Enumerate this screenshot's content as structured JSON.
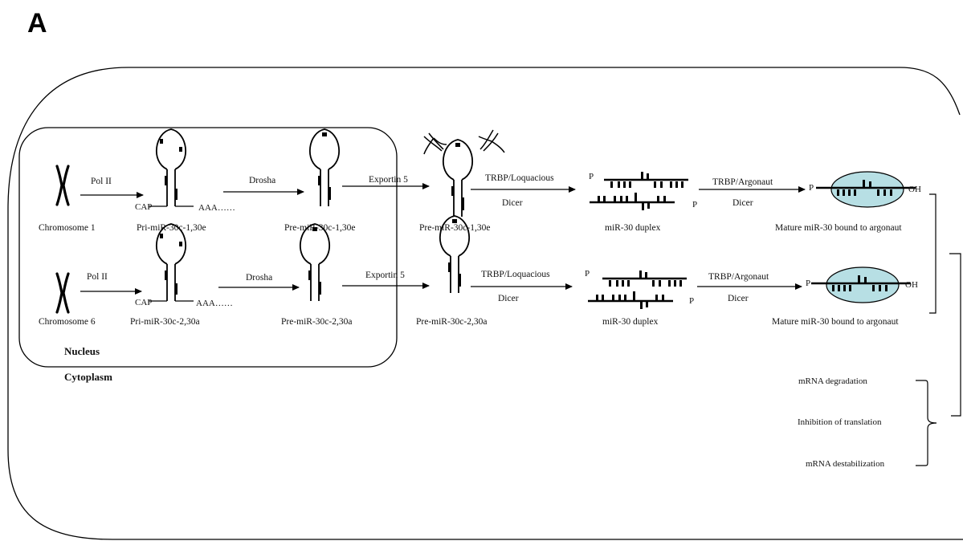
{
  "panel_letter": "A",
  "row1": {
    "chromosome": "Chromosome 1",
    "pol": "Pol  II",
    "cap": "CAP",
    "aaa": "AAA……",
    "pri": "Pri-miR-30c-1,30e",
    "drosha": "Drosha",
    "pre_nuc": "Pre-miR-30c-1,30e",
    "exportin": "Exportin  5",
    "pre_cyt": "Pre-miR-30c-1,30e",
    "trbp_loq": "TRBP/Loquacious",
    "dicer1": "Dicer",
    "p_top": "P",
    "p_bottom": "P",
    "duplex": "miR-30 duplex",
    "trbp_arg": "TRBP/Argonaut",
    "dicer2": "Dicer",
    "p_mature": "P",
    "oh": "OH",
    "mature": "Mature miR-30 bound to argonaut"
  },
  "row2": {
    "chromosome": "Chromosome 6",
    "pol": "Pol  II",
    "cap": "CAP",
    "aaa": "AAA……",
    "pri": "Pri-miR-30c-2,30a",
    "drosha": "Drosha",
    "pre_nuc": "Pre-miR-30c-2,30a",
    "exportin": "Exportin  5",
    "pre_cyt": "Pre-miR-30c-2,30a",
    "trbp_loq": "TRBP/Loquacious",
    "dicer1": "Dicer",
    "p_top": "P",
    "p_bottom": "P",
    "duplex": "miR-30 duplex",
    "trbp_arg": "TRBP/Argonaut",
    "dicer2": "Dicer",
    "p_mature": "P",
    "oh": "OH",
    "mature": "Mature miR-30 bound to argonaut"
  },
  "compartments": {
    "nucleus": "Nucleus",
    "cytoplasm": "Cytoplasm"
  },
  "outcomes": [
    "mRNA degradation",
    "Inhibition  of  translation",
    "mRNA destabilization"
  ],
  "colors": {
    "argonaut_fill": "#b7dfe4",
    "line": "#000000"
  }
}
